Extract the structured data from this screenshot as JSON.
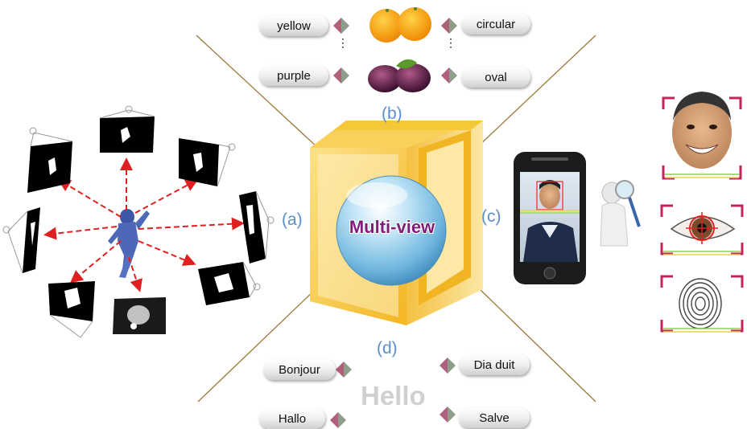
{
  "center": {
    "label": "Multi-view"
  },
  "views": {
    "a": "(a)",
    "b": "(b)",
    "c": "(c)",
    "d": "(d)"
  },
  "colors": {
    "section_label": "#5b8fc9",
    "center_text": "#7d1f7a",
    "arrow": "#e02020",
    "box_face": "#f7c63a",
    "sphere": "#7fc3e6"
  },
  "fruit_attributes": {
    "left": [
      "yellow",
      "purple"
    ],
    "right": [
      "circular",
      "oval"
    ],
    "ellipsis": "⋮"
  },
  "greetings": {
    "left": [
      "Bonjour",
      "Hallo"
    ],
    "right": [
      "Dia duit",
      "Salve"
    ],
    "center": "Hello"
  }
}
